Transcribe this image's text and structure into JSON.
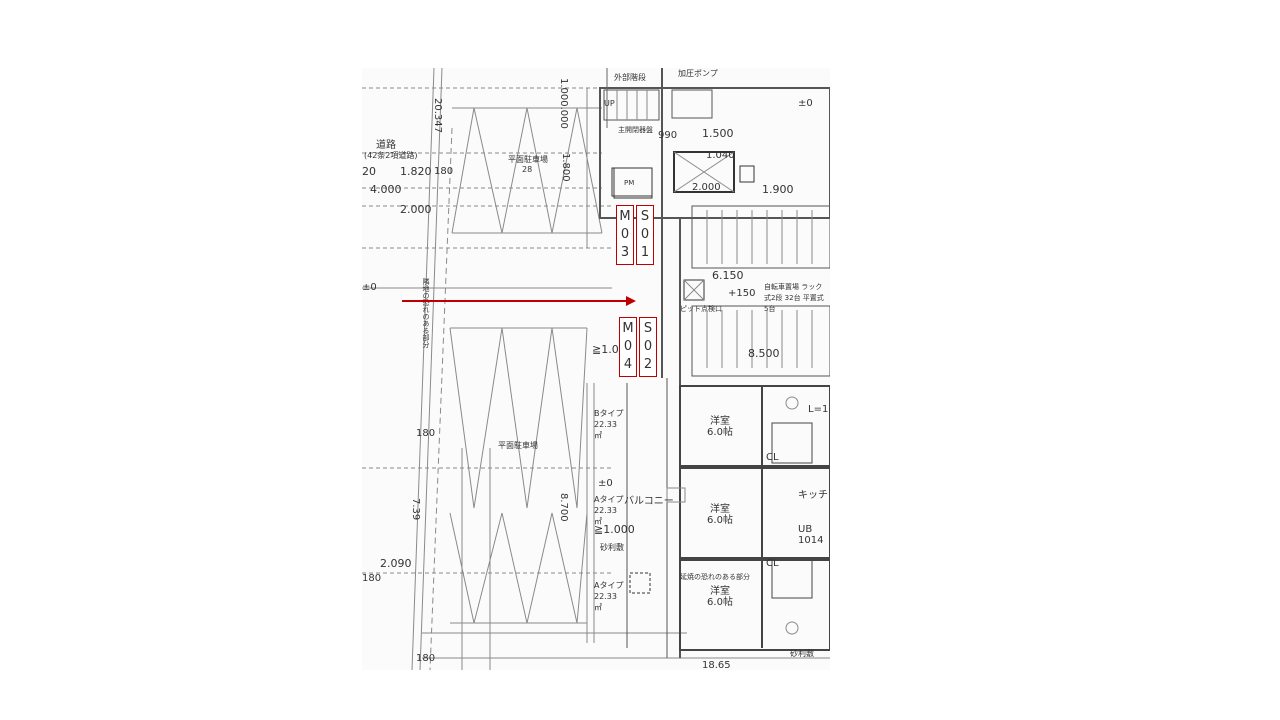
{
  "plan": {
    "labels": [
      "20.347",
      "1.000.000",
      "道路",
      "(42条2項道路)",
      "1.820",
      "180",
      "20",
      "4.000",
      "2.000",
      "1.800",
      "平面駐車場",
      "28",
      "外部階段",
      "加圧ポンプ",
      "UP",
      "主開閉器盤",
      "990",
      "1.500",
      "1.040",
      "2.000",
      "1.900",
      "PM",
      "6.150",
      "+150",
      "ピット点検口",
      "自転車置場 ラック式2段 32台 平置式 5台",
      "8.500",
      "≧1.0",
      "隣地の恐れのある部分",
      "180",
      "平面駐車場",
      "8.700",
      "Bタイプ 22.33㎡",
      "±0",
      "Aタイプ 22.33㎡",
      "バルコニー",
      "≧1.000",
      "砂利敷",
      "Aタイプ 22.33㎡",
      "延焼の恐れのある部分",
      "洋室 6.0帖",
      "洋室 6.0帖",
      "洋室 6.0帖",
      "CL",
      "CL",
      "キッチン",
      "UB 1014",
      "L=1",
      "2.090",
      "180",
      "7.39",
      "18.65",
      "砂利敷",
      "±0",
      "±0",
      "180"
    ],
    "tags": [
      {
        "chars": [
          "M",
          "0",
          "3"
        ]
      },
      {
        "chars": [
          "S",
          "0",
          "1"
        ]
      },
      {
        "chars": [
          "M",
          "0",
          "4"
        ]
      },
      {
        "chars": [
          "S",
          "0",
          "2"
        ]
      }
    ],
    "arrow_color": "#c00000",
    "tag_border_color": "#c00000"
  }
}
